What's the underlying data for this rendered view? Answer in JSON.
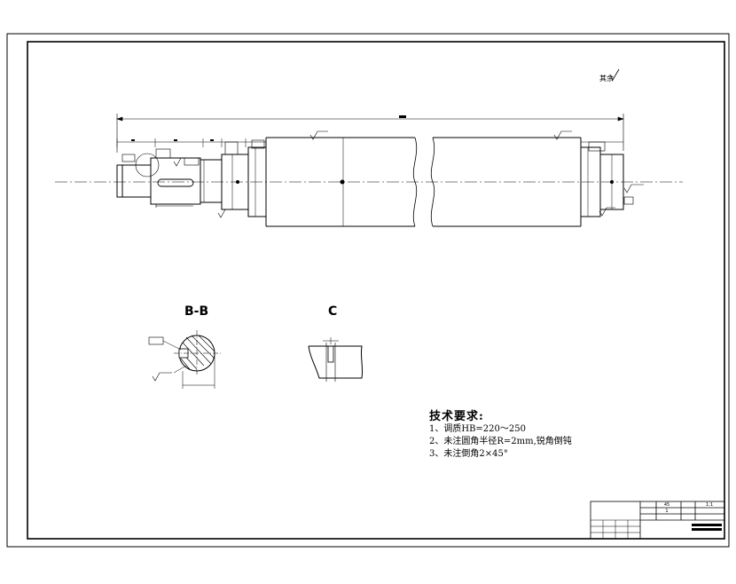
{
  "views": {
    "section_bb_label": "B-B",
    "detail_c_label": "C"
  },
  "roughness_note": "其余",
  "tech_requirements": {
    "title": "技术要求:",
    "items": [
      "1、调质HB=220～250",
      "2、未注圆角半径R=2mm,锐角倒钝",
      "3、未注倒角2×45°"
    ]
  },
  "title_block": {
    "material": "45",
    "quantity": "1",
    "scale": "1:1"
  }
}
